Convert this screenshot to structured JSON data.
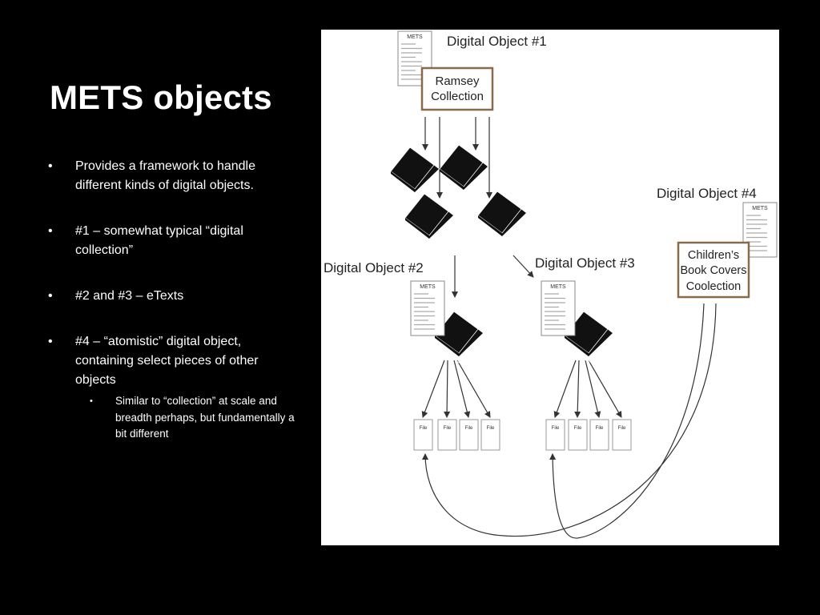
{
  "slide": {
    "title": "METS objects",
    "bullets": [
      "Provides a framework to handle different kinds of digital objects.",
      "#1 – somewhat typical “digital collection”",
      "#2 and #3 – eTexts",
      "#4 – “atomistic” digital object, containing select pieces of other objects"
    ],
    "sub_bullets": [
      "Similar to “collection” at scale and breadth perhaps, but fundamentally a bit different"
    ],
    "bullet_char": "•"
  },
  "diagram": {
    "objects": [
      {
        "heading": "Digital Object #1"
      },
      {
        "heading": "Digital Object #2"
      },
      {
        "heading": "Digital Object #3"
      },
      {
        "heading": "Digital Object #4"
      }
    ],
    "collections": {
      "ramsey": [
        "Ramsey",
        "Collection"
      ],
      "childrens": [
        "Children’s",
        "Book Covers",
        "Coolection"
      ]
    },
    "mets_label": "METS",
    "file_label": "File",
    "colors": {
      "collection_border": "#8a6a4a",
      "book": "#111111",
      "line": "#333333"
    }
  }
}
